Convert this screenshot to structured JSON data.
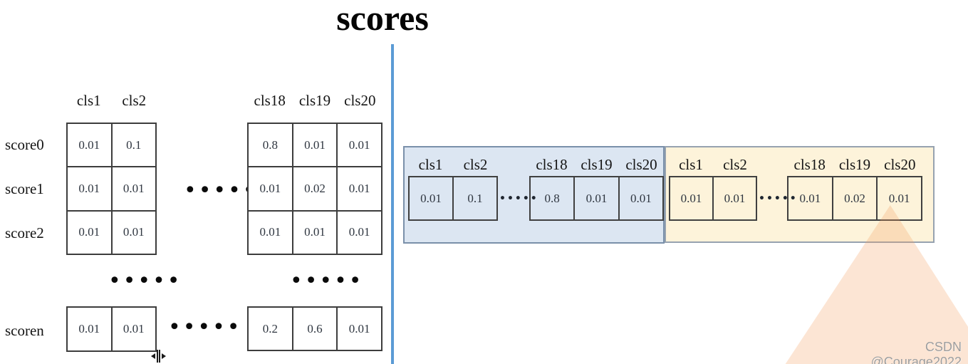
{
  "title": "scores",
  "left_matrix": {
    "headers_left": [
      "cls1",
      "cls2"
    ],
    "headers_right": [
      "cls18",
      "cls19",
      "cls20"
    ],
    "row_labels": [
      "score0",
      "score1",
      "score2"
    ],
    "rows_left": [
      [
        "0.01",
        "0.1"
      ],
      [
        "0.01",
        "0.01"
      ],
      [
        "0.01",
        "0.01"
      ]
    ],
    "rows_right": [
      [
        "0.8",
        "0.01",
        "0.01"
      ],
      [
        "0.01",
        "0.02",
        "0.01"
      ],
      [
        "0.01",
        "0.01",
        "0.01"
      ]
    ],
    "mid_ellipsis": "•••••",
    "below_ellipsis_left": "•••••",
    "below_ellipsis_right": "•••••",
    "last_row": {
      "label": "scoren",
      "left": [
        "0.01",
        "0.01"
      ],
      "ellipsis": "•••••",
      "right": [
        "0.2",
        "0.6",
        "0.01"
      ]
    }
  },
  "flattened_bar": {
    "blue_segment": {
      "headers_left": [
        "cls1",
        "cls2"
      ],
      "headers_right": [
        "cls18",
        "cls19",
        "cls20"
      ],
      "cells_left": [
        "0.01",
        "0.1"
      ],
      "ellipsis": "•••••",
      "cells_right": [
        "0.8",
        "0.01",
        "0.01"
      ]
    },
    "orange_segment": {
      "headers_left": [
        "cls1",
        "cls2"
      ],
      "headers_right": [
        "cls18",
        "cls19",
        "cls20"
      ],
      "cells_left": [
        "0.01",
        "0.01"
      ],
      "ellipsis": "•••••",
      "cells_right": [
        "0.01",
        "0.02",
        "0.01"
      ]
    }
  },
  "watermark": "CSDN @Courage2022",
  "colors": {
    "divider_line": "#5b9bd5",
    "blue_panel_bg": "#dce6f2",
    "blue_panel_border": "#7a90aa",
    "orange_panel_bg": "#fdf3da",
    "orange_panel_border": "#96a2b0",
    "table_border": "#3d3d3d",
    "cell_text": "#2f3640",
    "triangle": "rgba(244,158,96,0.27)",
    "watermark_text": "#9d9d9d"
  }
}
